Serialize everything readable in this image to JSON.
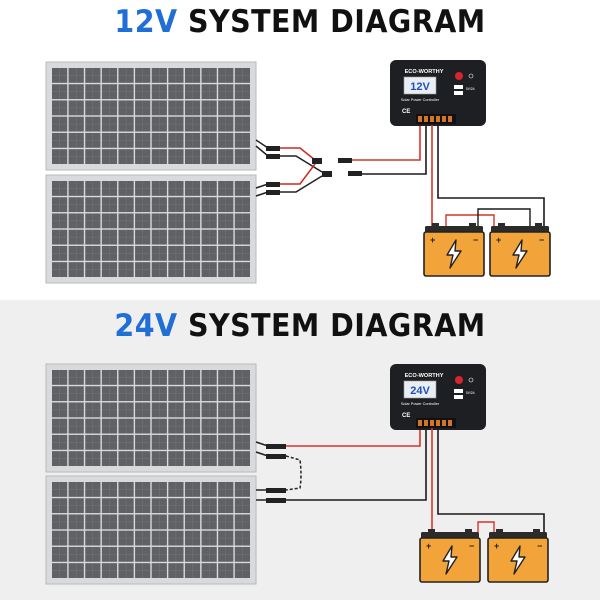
{
  "top": {
    "title_voltage": "12V",
    "title_rest": "SYSTEM DIAGRAM",
    "controller": {
      "brand": "ECO-WORTHY",
      "voltage": "12V",
      "label": "Solar Power Controller",
      "usb_label": "5V/2A"
    }
  },
  "bottom": {
    "title_voltage": "24V",
    "title_rest": "SYSTEM DIAGRAM",
    "controller": {
      "brand": "ECO-WORTHY",
      "voltage": "24V",
      "label": "Solar Power Controller",
      "usb_label": "5V/2A"
    }
  },
  "colors": {
    "title_accent": "#1f6fd6",
    "battery_body": "#f2a43a",
    "battery_top": "#2b2b2b",
    "controller_body": "#1e1f22",
    "wire_positive": "#d9342b",
    "wire_negative": "#1a1a1a",
    "panel_cell": "#5f6164"
  },
  "icons": [
    "lightning-icon",
    "power-icon",
    "usb-icon",
    "ce-mark-icon"
  ]
}
